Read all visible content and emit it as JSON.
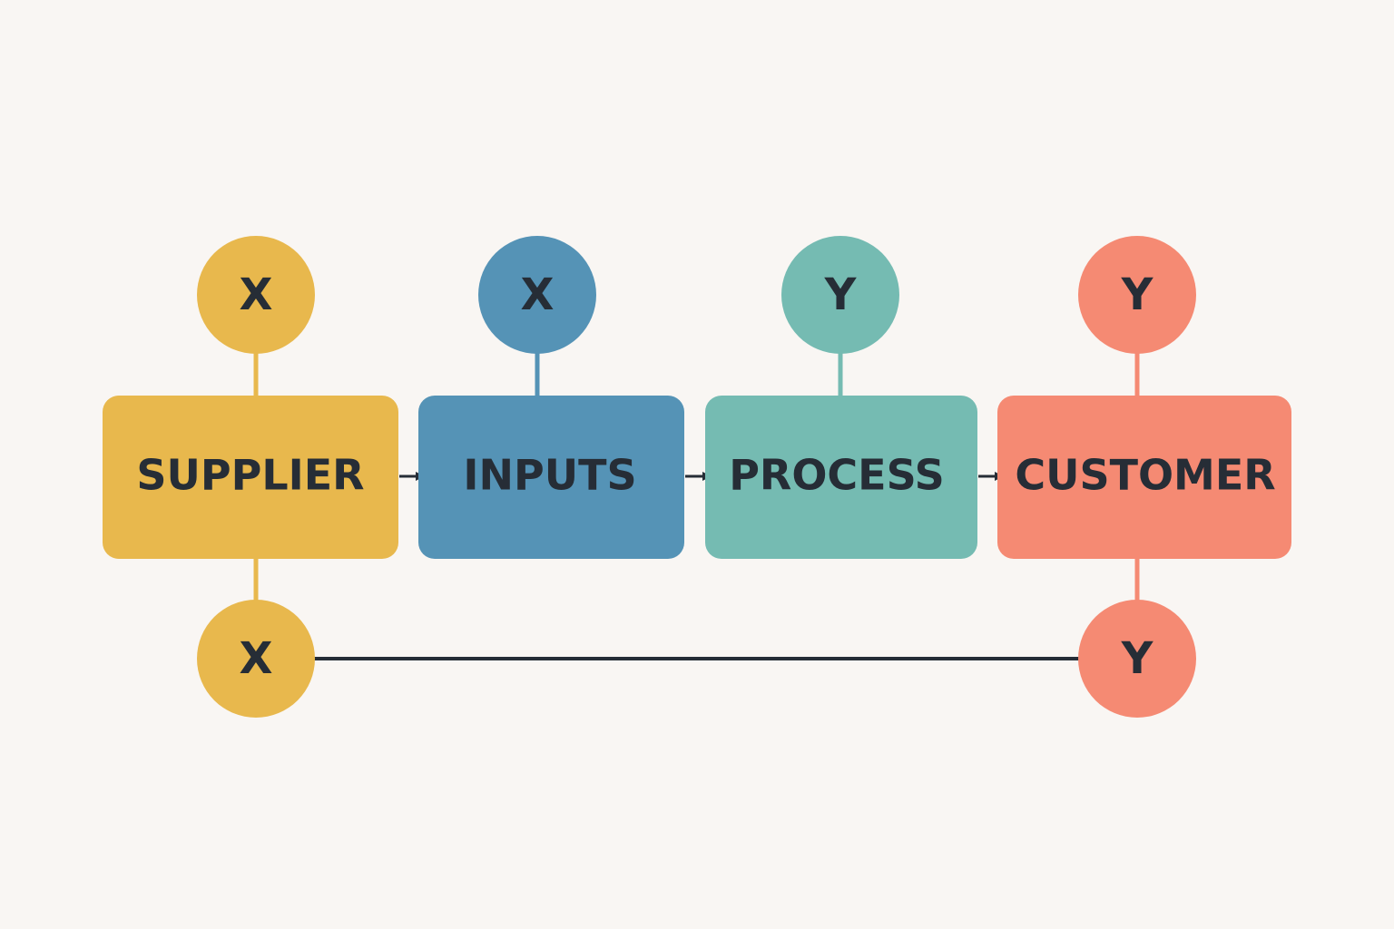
{
  "colors": {
    "background": "#f9f6f3",
    "text": "#262d36",
    "arrow": "#262d36",
    "supplier": "#e8b84d",
    "inputs": "#5593b6",
    "process": "#75bbb2",
    "customer": "#f58a73"
  },
  "stages": [
    {
      "id": "supplier",
      "label": "SUPPLIER",
      "top_marker": "X",
      "bottom_marker": "X"
    },
    {
      "id": "inputs",
      "label": "INPUTS",
      "top_marker": "X",
      "bottom_marker": ""
    },
    {
      "id": "process",
      "label": "PROCESS",
      "top_marker": "Y",
      "bottom_marker": ""
    },
    {
      "id": "customer",
      "label": "CUSTOMER",
      "top_marker": "Y",
      "bottom_marker": "Y"
    }
  ]
}
